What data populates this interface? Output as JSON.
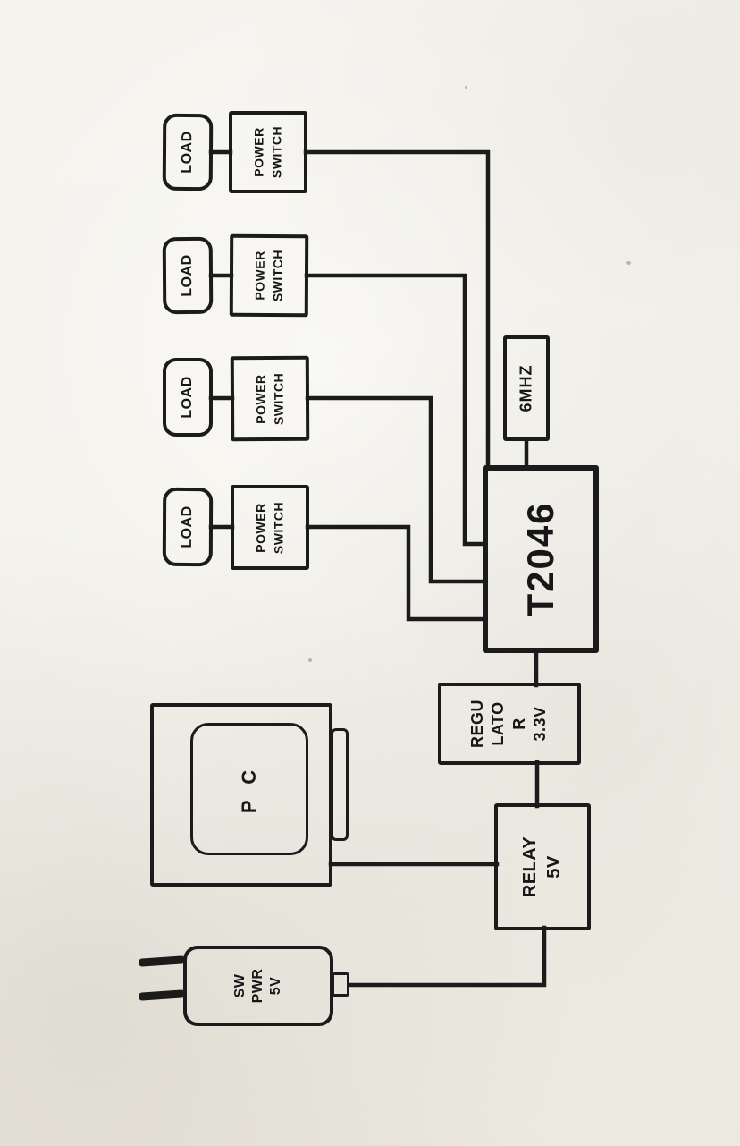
{
  "paper": {
    "ink_color": "#1b1b1b",
    "paper_color": "#f3f1ea"
  },
  "nodes": {
    "pairs": [
      {
        "load": "LOAD",
        "power": "POWER",
        "switch": "SWITCH"
      },
      {
        "load": "LOAD",
        "power": "POWER",
        "switch": "SWITCH"
      },
      {
        "load": "LOAD",
        "power": "POWER",
        "switch": "SWITCH"
      },
      {
        "load": "LOAD",
        "power": "POWER",
        "switch": "SWITCH"
      }
    ],
    "crystal": {
      "label": "6MHZ"
    },
    "controller": {
      "label": "T2046"
    },
    "regulator": {
      "line1": "REGU",
      "line2": "LATO",
      "line3": "R",
      "line4": "3.3V"
    },
    "relay": {
      "line1": "RELAY",
      "line2": "5V"
    },
    "pc": {
      "label": "P C"
    },
    "power_supply": {
      "line1": "SW",
      "line2": "PWR",
      "line3": "5V"
    }
  }
}
